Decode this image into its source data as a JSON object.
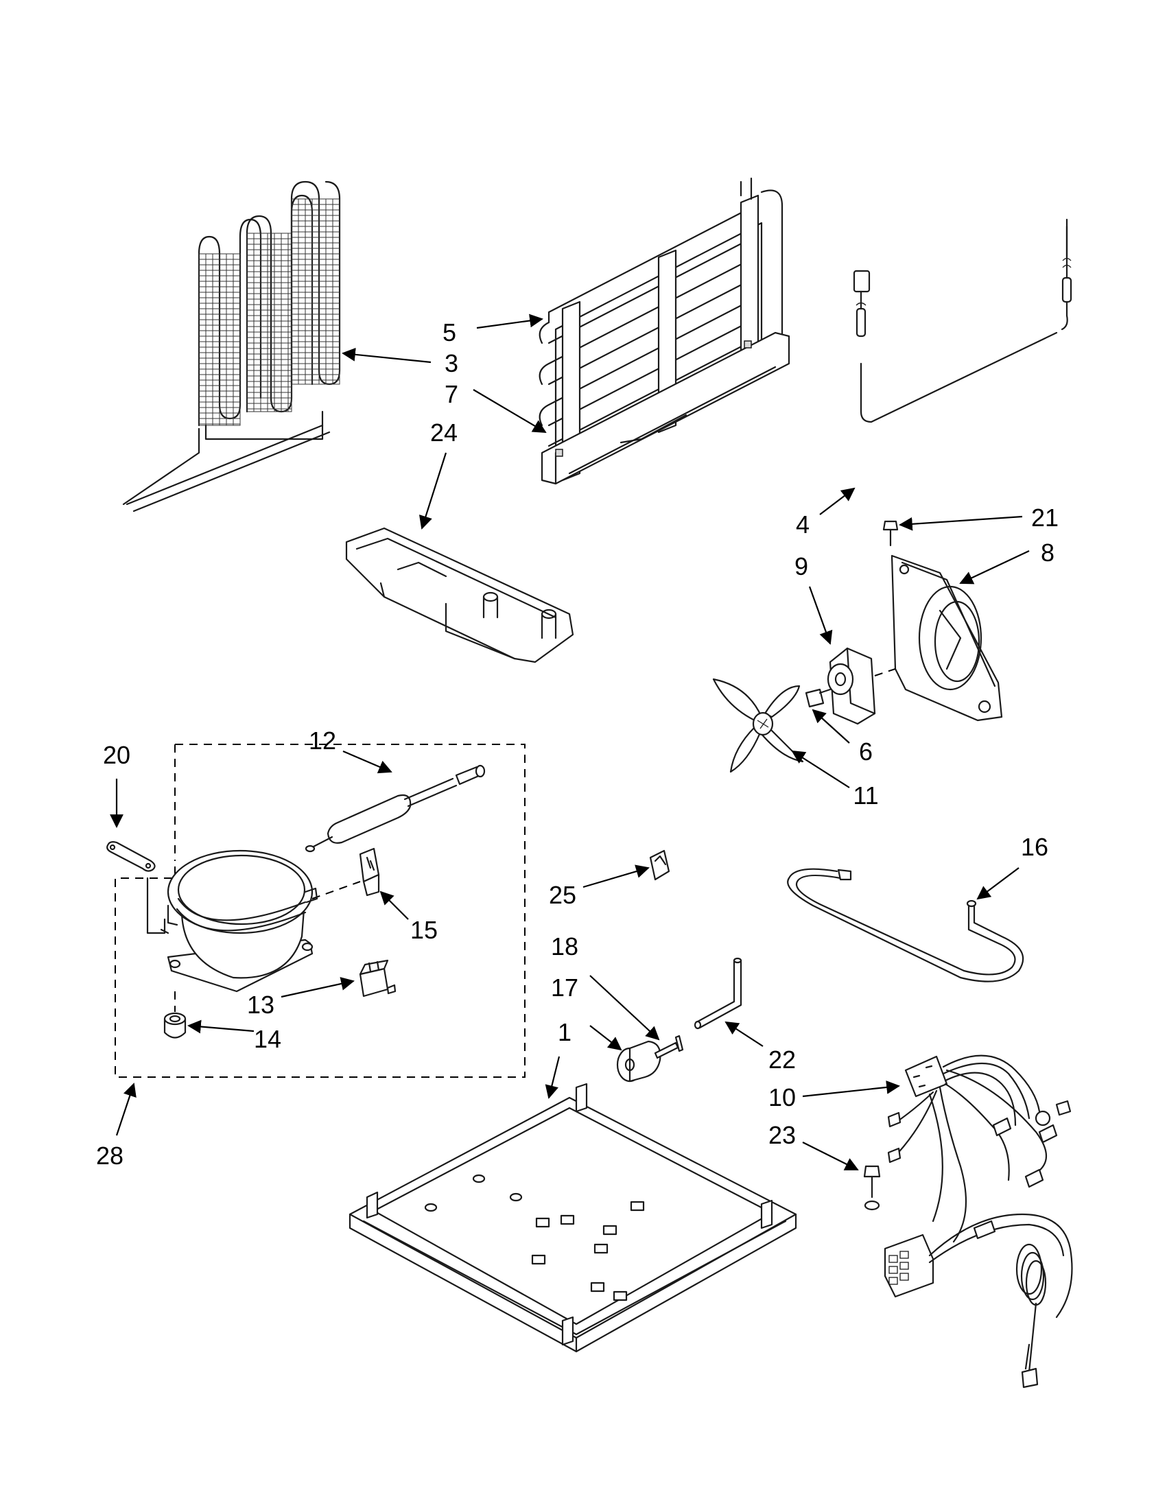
{
  "callouts": [
    {
      "id": "c1",
      "label": "1"
    },
    {
      "id": "c3",
      "label": "3"
    },
    {
      "id": "c4",
      "label": "4"
    },
    {
      "id": "c5",
      "label": "5"
    },
    {
      "id": "c6",
      "label": "6"
    },
    {
      "id": "c7",
      "label": "7"
    },
    {
      "id": "c8",
      "label": "8"
    },
    {
      "id": "c9",
      "label": "9"
    },
    {
      "id": "c10",
      "label": "10"
    },
    {
      "id": "c11",
      "label": "11"
    },
    {
      "id": "c12",
      "label": "12"
    },
    {
      "id": "c13",
      "label": "13"
    },
    {
      "id": "c14",
      "label": "14"
    },
    {
      "id": "c15",
      "label": "15"
    },
    {
      "id": "c16",
      "label": "16"
    },
    {
      "id": "c17",
      "label": "17"
    },
    {
      "id": "c18",
      "label": "18"
    },
    {
      "id": "c20",
      "label": "20"
    },
    {
      "id": "c21",
      "label": "21"
    },
    {
      "id": "c22",
      "label": "22"
    },
    {
      "id": "c23",
      "label": "23"
    },
    {
      "id": "c24",
      "label": "24"
    },
    {
      "id": "c25",
      "label": "25"
    },
    {
      "id": "c28",
      "label": "28"
    }
  ],
  "colors": {
    "line": "#1a1a1a",
    "background": "#ffffff"
  }
}
